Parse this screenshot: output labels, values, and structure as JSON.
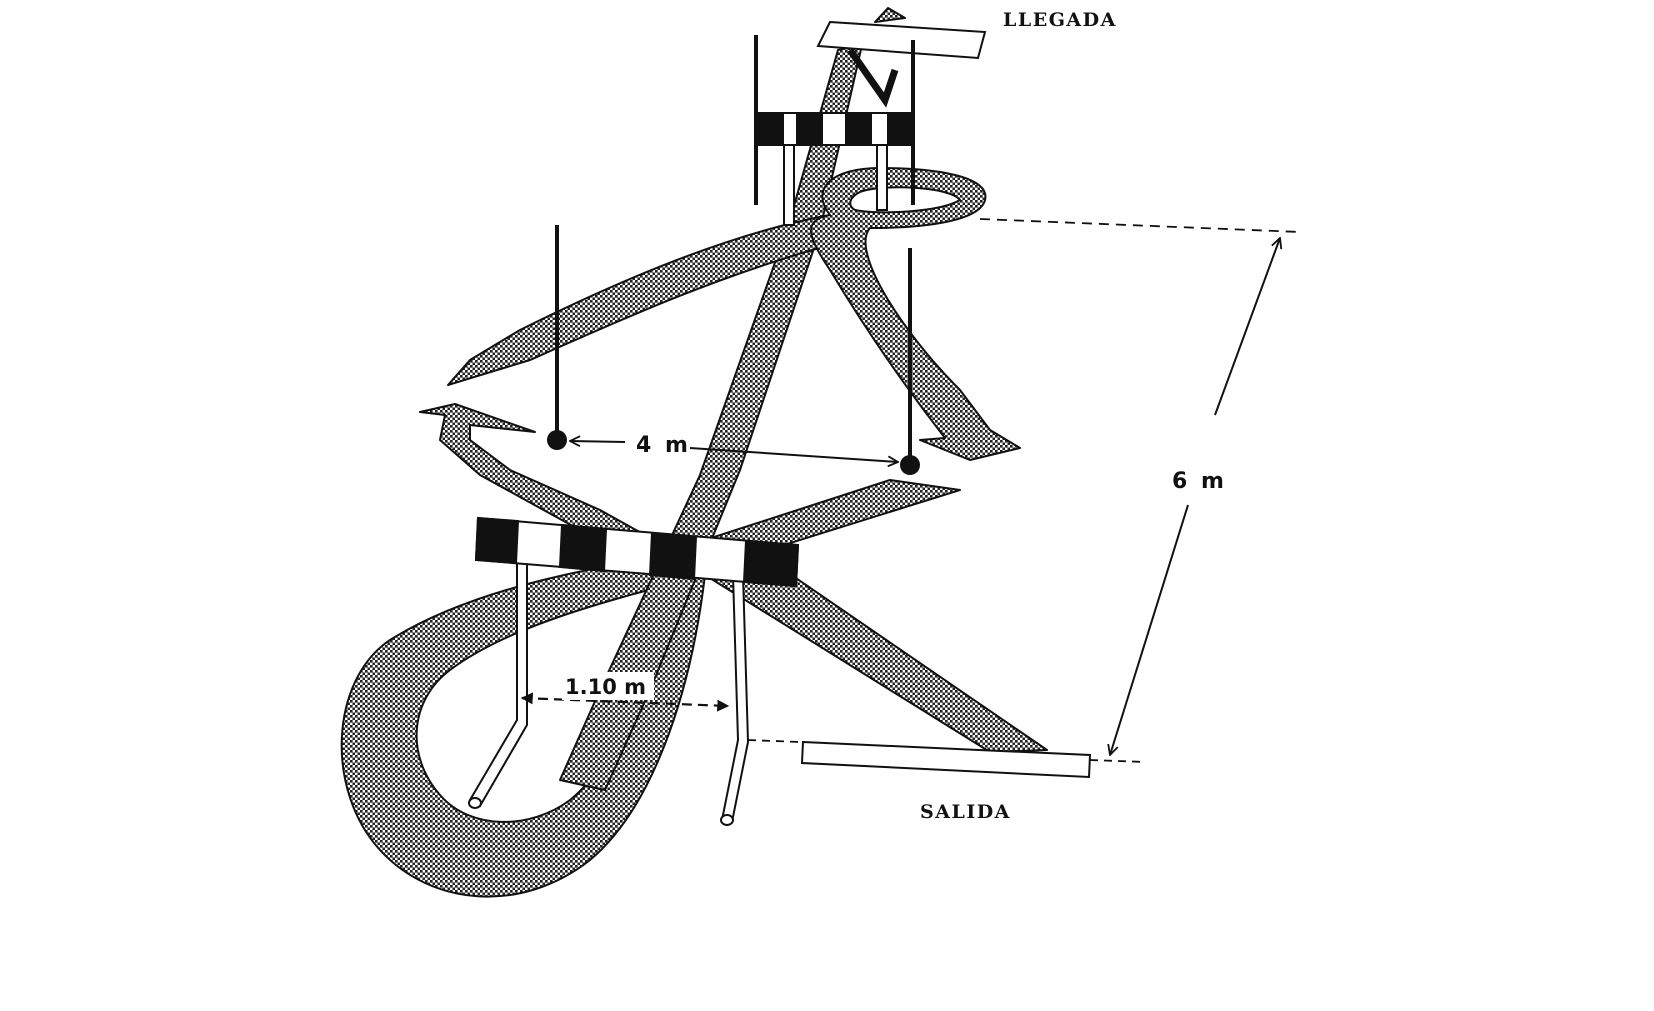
{
  "labels": {
    "finish": "LLEGADA",
    "start": "SALIDA",
    "pole_spacing": "4 m",
    "course_length": "6 m",
    "hurdle_width": "1.10 m"
  },
  "colors": {
    "ink": "#111111",
    "path_fill": "#9a9a9a",
    "background": "#ffffff"
  }
}
